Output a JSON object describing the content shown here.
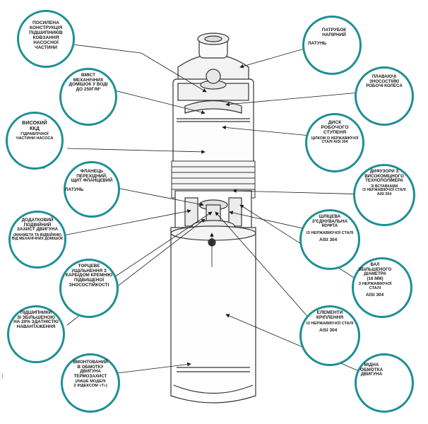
{
  "callouts": {
    "bearing_housing": {
      "title": "ПОСИЛЕНА\nКОНСТРУКЦІЯ\nПІДШИПНИКІВ\nКОВЗАННЯ\nНАСОСНОЇ\nЧАСТИНИ"
    },
    "sand_content": {
      "title": "ВМІСТ\nМЕХАНІЧНИХ\nДОМІШОК У ВОДІ\nДО 250Г/М³"
    },
    "high_efficiency": {
      "title": "ВИСОКИЙ\nККД",
      "subtitle": "ГІДРАВЛІЧНОЇ\nЧАСТИНИ НАСОСА"
    },
    "flange": {
      "title": "ФЛАНЕЦЬ\nПЕРЕХІДНИЙ,\nЩИТ ФЛАНЦЕВИЙ",
      "material": "ЛАТУНЬ"
    },
    "motor_protection": {
      "title": "ДОДАТКОВИЙ\nПОДВІЙНИЙ\nЗАХИСТ ДВИГУНА",
      "subtitle": "(МАНЖЕТА ТА ВІДБІЙНИК)\nВІД МЕХАНІЧНИХ ДОМІШОК"
    },
    "seals": {
      "title": "ТОРЦЕВЕ\nУЩІЛЬНЕННЯ З\nКАРБІДОМ КРЕМНІЮ\nПІДВИЩЕНОЇ\nЗНОСОСТІЙКОСТІ"
    },
    "bearings_motor": {
      "title": "ПІДШИПНИКИ\nЗІ ЗБІЛЬШЕНОЮ\nНА 20% ЗДАТНІСТЮ\nНАВАНТАЖЕННЯ"
    },
    "thermal": {
      "title": "ВМОНТОВАНИЙ\nВ ОБМОТКУ\nДВИГУНА\nТЕРМОЗАХИСТ",
      "subtitle": "(ЛИШЕ МОДЕЛІ\nЗ ІНДЕКСОМ «Т»)"
    },
    "outlet": {
      "title": "ПАТРУБОК\nНАПІРНИЙ",
      "material": "ЛАТУНЬ"
    },
    "floating_impellers": {
      "title": "ПЛАВАЮЧІ\nЗНОСОСТІЙКІ\nРОБОЧІ КОЛЕСА"
    },
    "stage_disk": {
      "title": "ДИСК\nРОБОЧОГО\nСТУПЕНЯ",
      "subtitle": "ЦІЛКОМ ІЗ НЕРЖАВІЮЧОЇ\nСТАЛІ AISI 304"
    },
    "diffusers": {
      "title": "ДИФУЗОРИ З\nВИСОКОМІЦНОГО\nТЕХНОПОЛІМЕРА",
      "subtitle": "ЗІ ВСТАВКАМИ\nІЗ НЕРЖАВІЮЧОЇ СТАЛІ\nAISI 304"
    },
    "coupling": {
      "title": "ШЛІЦЕВА\nЗ'ЄДНУВАЛЬНА\nМУФТА",
      "subtitle": "ІЗ НЕРЖАВІЮЧОЇ СТАЛІ",
      "material": "AISI 304"
    },
    "shaft": {
      "title": "ВАЛ\nЗБІЛЬШЕНОГО\nДІАМЕТРА\n(16 ММ)",
      "subtitle": "З НЕРЖАВІЮЧОЇ\nСТАЛІ",
      "material": "AISI 304"
    },
    "fasteners": {
      "title": "ЕЛЕМЕНТИ\nКРІПЛЕННЯ",
      "subtitle": "ІЗ НЕРЖАВІЮЧОЇ СТАЛІ",
      "material": "AISI 304"
    },
    "winding": {
      "title": "МІДНА\nОБМОТКА\nДВИГУНА"
    }
  },
  "colors": {
    "accent": "#1f8f93",
    "ink": "#1a1a1a",
    "pump_line": "#333333"
  }
}
